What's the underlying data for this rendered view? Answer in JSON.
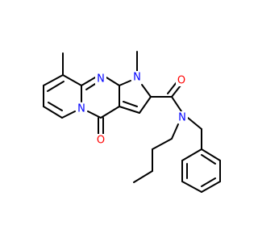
{
  "molecule": {
    "atoms": {
      "n_ring_top": "N",
      "n_pyrrole": "N",
      "n_bridge": "N",
      "n_amide": "N",
      "o_amide": "O",
      "o_ketone": "O"
    },
    "colors": {
      "bond": "#000000",
      "nitrogen": "#0000ff",
      "oxygen": "#ff0000"
    }
  }
}
